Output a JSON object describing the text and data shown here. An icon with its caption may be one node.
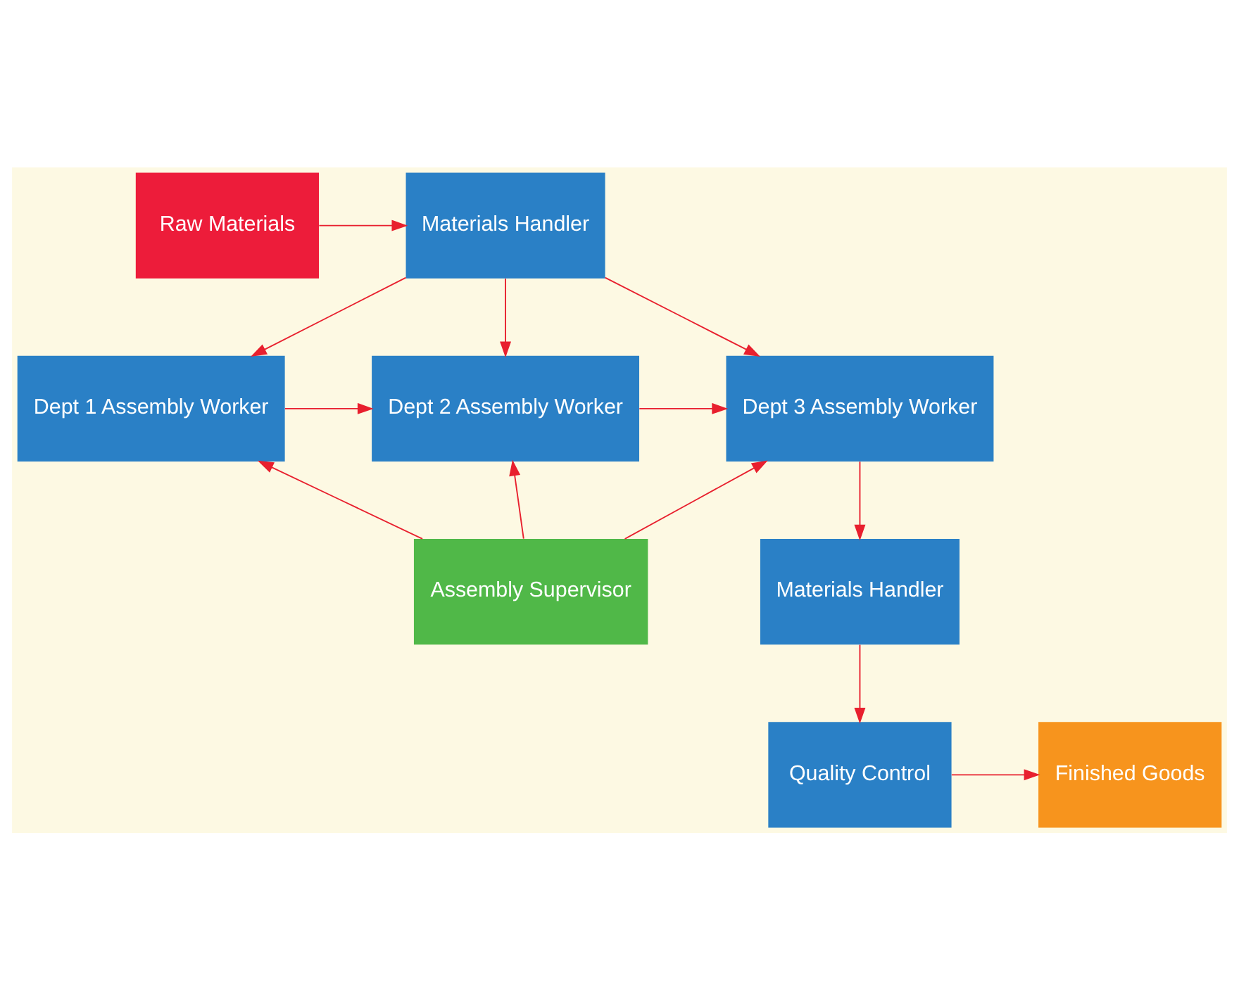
{
  "diagram": {
    "nodes": [
      {
        "text": [
          "Raw Materials"
        ]
      },
      {
        "text": [
          "Materials Handler"
        ]
      },
      {
        "text": [
          "Dept 1 Assembly Worker"
        ]
      },
      {
        "text": [
          "Dept 2 Assembly Worker"
        ]
      },
      {
        "text": [
          "Dept 3 Assembly Worker"
        ]
      },
      {
        "text": [
          "Assembly Supervisor"
        ]
      },
      {
        "text": [
          "Materials Handler"
        ]
      },
      {
        "text": [
          "Quality Control"
        ]
      },
      {
        "text": [
          "Finished Goods"
        ]
      }
    ],
    "edges": [
      {
        "from": 0,
        "to": 1,
        "arrow": "to"
      },
      {
        "from": 1,
        "to": 2,
        "arrow": "to"
      },
      {
        "from": 1,
        "to": 3,
        "arrow": "to"
      },
      {
        "from": 1,
        "to": 4,
        "arrow": "to"
      },
      {
        "from": 2,
        "to": 3,
        "arrow": "to"
      },
      {
        "from": 3,
        "to": 4,
        "arrow": "to"
      },
      {
        "from": 5,
        "to": 2,
        "arrow": "to"
      },
      {
        "from": 5,
        "to": 3,
        "arrow": "to"
      },
      {
        "from": 5,
        "to": 4,
        "arrow": "to"
      },
      {
        "from": 4,
        "to": 6,
        "arrow": "to"
      },
      {
        "from": 6,
        "to": 7,
        "arrow": "to"
      },
      {
        "from": 7,
        "to": 8,
        "arrow": "to"
      }
    ]
  }
}
